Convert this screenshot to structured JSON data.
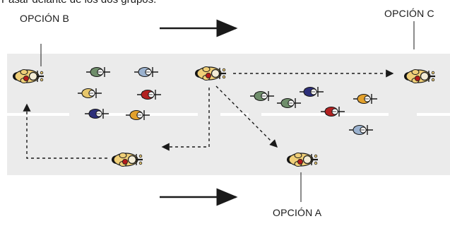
{
  "caption": "Pasar delante de los dos grupos.",
  "options": {
    "a": "OPCIÓN A",
    "b": "OPCIÓN B",
    "c": "OPCIÓN C"
  },
  "colors": {
    "road": "#ebebeb",
    "lane_mark": "#ffffff",
    "moto_body": "#f0cf78",
    "moto_outline": "#1a1a1a",
    "rider_red": "#b31b1b",
    "cyclist_green": "#6f8e6b",
    "cyclist_blue": "#9bb2cf",
    "cyclist_yellow": "#e7c76b",
    "cyclist_red": "#b32121",
    "cyclist_navy": "#2d2f7a",
    "cyclist_orange": "#e3a12c"
  },
  "icons": [
    "motorcycle-icon",
    "cyclist-icon",
    "arrow-right-icon"
  ],
  "cyclists": [
    {
      "color": "cyclist_green"
    },
    {
      "color": "cyclist_blue"
    },
    {
      "color": "cyclist_yellow"
    },
    {
      "color": "cyclist_red"
    },
    {
      "color": "cyclist_navy"
    },
    {
      "color": "cyclist_orange"
    },
    {
      "color": "cyclist_green"
    },
    {
      "color": "cyclist_navy"
    },
    {
      "color": "cyclist_orange"
    },
    {
      "color": "cyclist_green"
    },
    {
      "color": "cyclist_red"
    },
    {
      "color": "cyclist_blue"
    }
  ]
}
